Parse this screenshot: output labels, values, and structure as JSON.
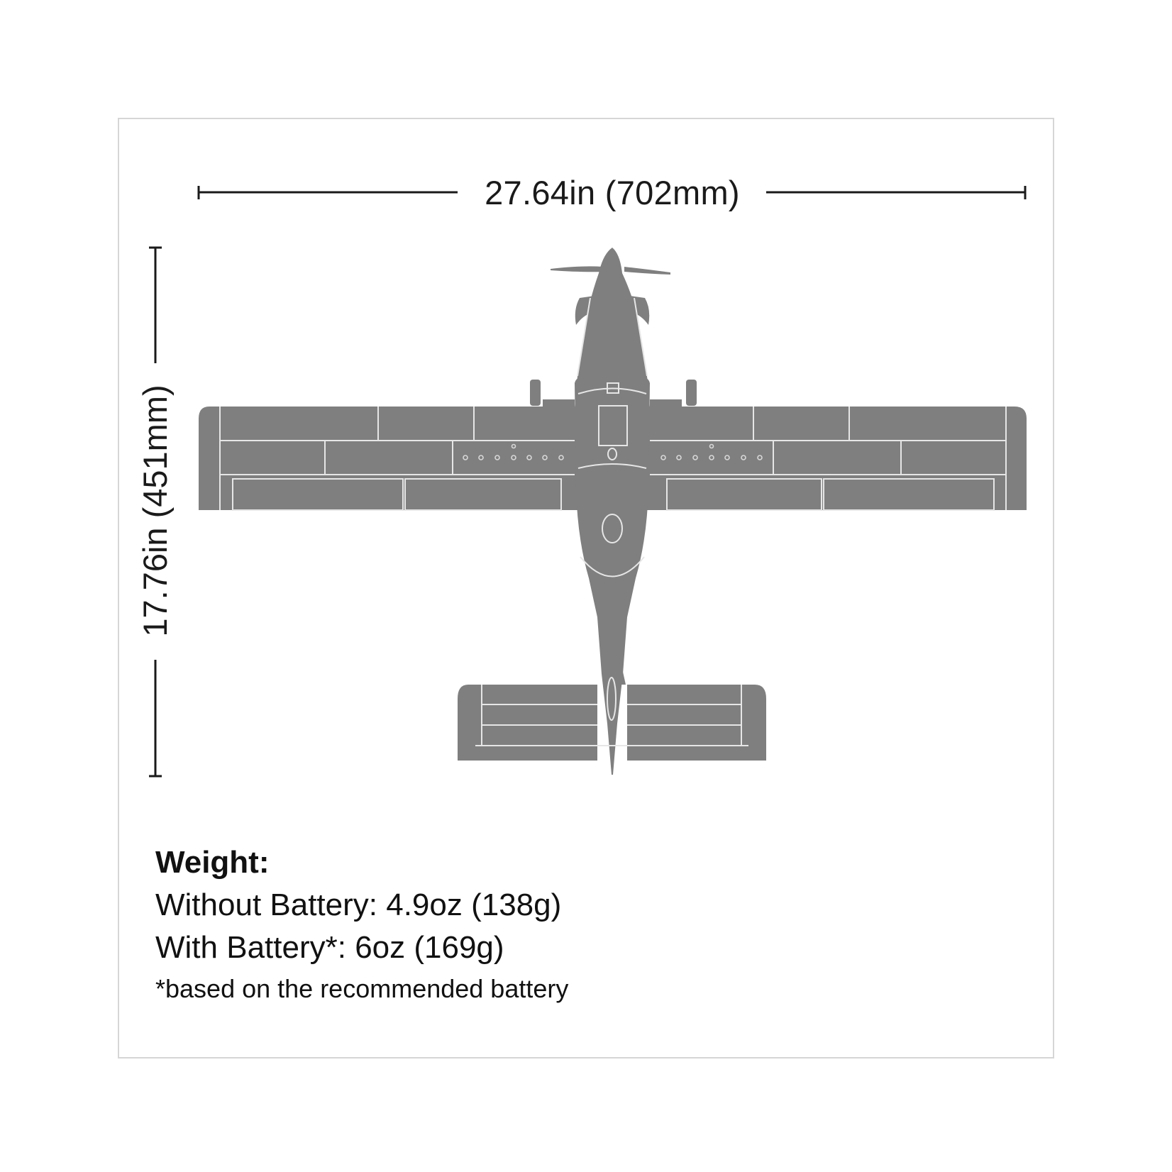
{
  "dimensions": {
    "wingspan": "27.64in (702mm)",
    "length": "17.76in (451mm)"
  },
  "weight": {
    "title": "Weight:",
    "without_battery": "Without Battery: 4.9oz (138g)",
    "with_battery": "With Battery*: 6oz (169g)",
    "footnote": "*based on the recommended battery"
  },
  "colors": {
    "airframe": "#7f7f7f",
    "panel_lines": "#e6e6e6",
    "dimension_lines": "#1a1a1a",
    "frame_border": "#d6d6d6"
  }
}
